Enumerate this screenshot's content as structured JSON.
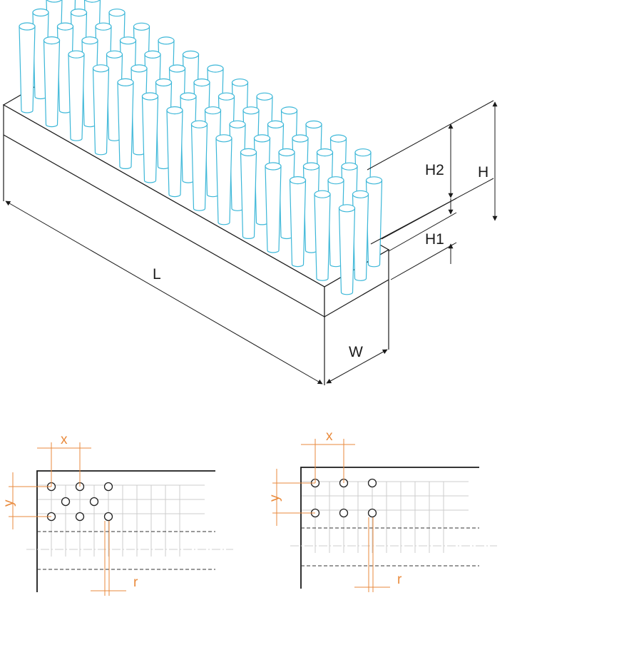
{
  "labels": {
    "length": "L",
    "width": "W",
    "height_total": "H",
    "height_pins": "H2",
    "height_base": "H1",
    "pitch_x": "x",
    "pitch_y": "y",
    "radius": "r"
  },
  "colors": {
    "outline": "#1a1a1a",
    "pin": "#3cb7d8",
    "dimension": "#e98a3c",
    "grid": "#cccccc"
  },
  "layouts": [
    {
      "id": "staggered",
      "rows": 2,
      "cols": 3,
      "offset_row": true
    },
    {
      "id": "inline",
      "rows": 2,
      "cols": 3,
      "offset_row": false
    }
  ]
}
